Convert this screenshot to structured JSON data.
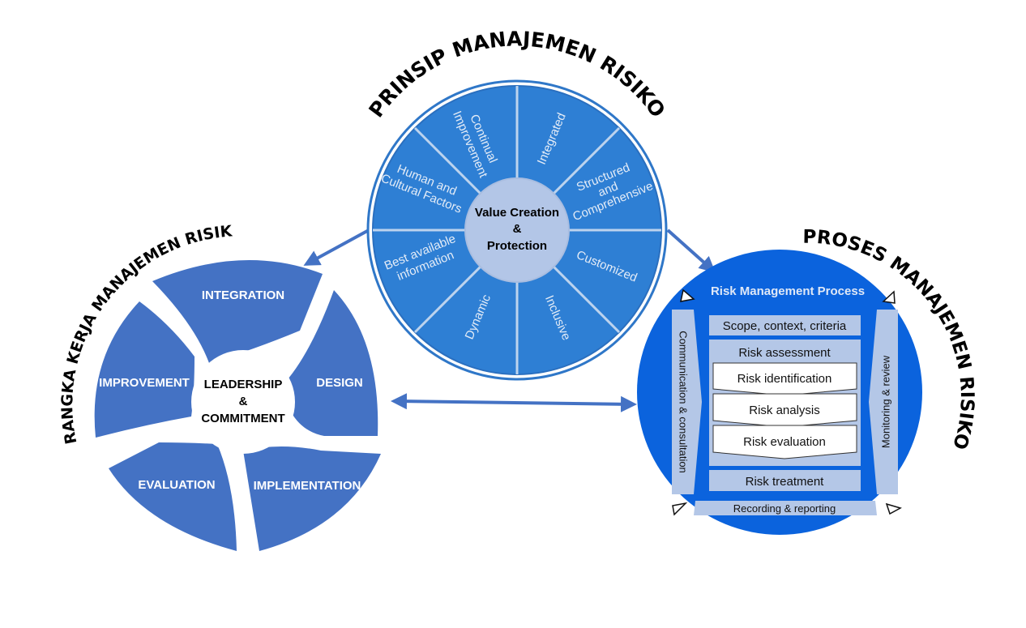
{
  "principles": {
    "title": "PRINSIP MANAJEMEN RISIKO",
    "center_line1": "Value Creation",
    "center_line2": "&",
    "center_line3": "Protection",
    "items": {
      "integrated": "Integrated",
      "structured_1": "Structured",
      "structured_2": "and",
      "structured_3": "Comprehensive",
      "customized": "Customized",
      "inclusive": "Inclusive",
      "dynamic": "Dynamic",
      "best_1": "Best available",
      "best_2": "information",
      "human_1": "Human and",
      "human_2": "Cultural Factors",
      "continual_1": "Continual",
      "continual_2": "Improvement"
    },
    "colors": {
      "fill": "#2e7fd4",
      "rim": "#2f77c8",
      "dividers": "#bcd3ee",
      "center": "#b3c6e7"
    }
  },
  "framework": {
    "title": "KERANGKA KERJA MANAJEMEN RISIKO",
    "center_line1": "LEADERSHIP",
    "center_line2": "&",
    "center_line3": "COMMITMENT",
    "segments": {
      "integration": "INTEGRATION",
      "design": "DESIGN",
      "implementation": "IMPLEMENTATION",
      "evaluation": "EVALUATION",
      "improvement": "IMPROVEMENT"
    },
    "colors": {
      "segment": "#4472c4"
    }
  },
  "process": {
    "title": "PROSES MANAJEMEN RISIKO",
    "header": "Risk Management Process",
    "scope": "Scope, context, criteria",
    "assessment": "Risk assessment",
    "identification": "Risk identification",
    "analysis": "Risk analysis",
    "evaluation": "Risk evaluation",
    "treatment": "Risk treatment",
    "communication": "Communication & consultation",
    "monitoring": "Monitoring & review",
    "recording": "Recording & reporting",
    "colors": {
      "circle": "#0b63dd",
      "panel": "#b4c7e7"
    }
  },
  "connectors": {
    "color": "#4472c4"
  }
}
